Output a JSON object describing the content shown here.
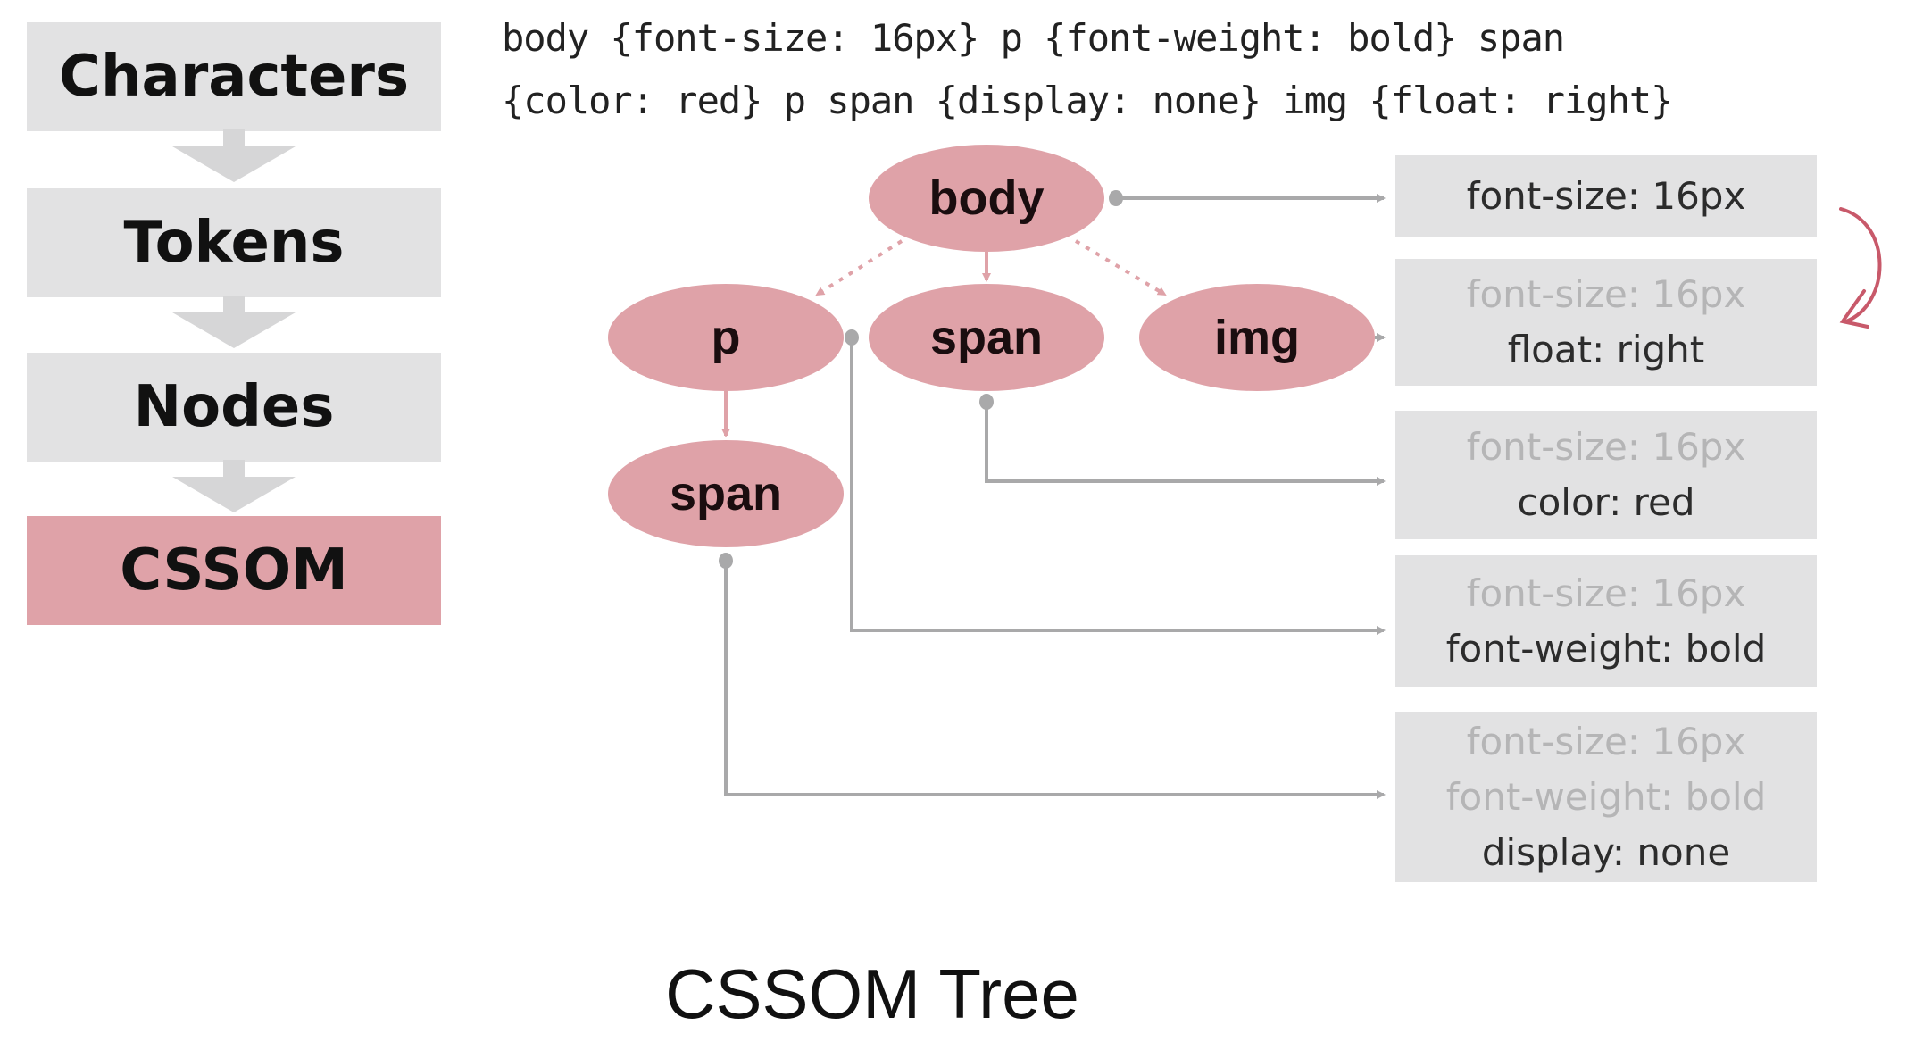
{
  "pipeline": {
    "steps": [
      {
        "label": "Characters",
        "active": false
      },
      {
        "label": "Tokens",
        "active": false
      },
      {
        "label": "Nodes",
        "active": false
      },
      {
        "label": "CSSOM",
        "active": true
      }
    ]
  },
  "css_source": {
    "lines": [
      "body {font-size: 16px} p {font-weight: bold} span",
      "{color: red} p span {display: none} img {float: right}"
    ]
  },
  "tree": {
    "nodes": [
      {
        "id": "body",
        "label": "body"
      },
      {
        "id": "p",
        "label": "p",
        "parent": "body"
      },
      {
        "id": "span",
        "label": "span",
        "parent": "body"
      },
      {
        "id": "img",
        "label": "img",
        "parent": "body"
      },
      {
        "id": "p-span",
        "label": "span",
        "parent": "p"
      }
    ],
    "colors": {
      "node_fill": "#dfa2a8",
      "connector": "#a9a9aa",
      "annotation_arrow": "#c8596a"
    }
  },
  "computed_styles": [
    {
      "node": "body",
      "props": [
        {
          "text": "font-size: 16px",
          "inherited": false
        }
      ]
    },
    {
      "node": "img",
      "props": [
        {
          "text": "font-size: 16px",
          "inherited": true
        },
        {
          "text": "float: right",
          "inherited": false
        }
      ]
    },
    {
      "node": "span",
      "props": [
        {
          "text": "font-size: 16px",
          "inherited": true
        },
        {
          "text": "color: red",
          "inherited": false
        }
      ]
    },
    {
      "node": "p",
      "props": [
        {
          "text": "font-size: 16px",
          "inherited": true
        },
        {
          "text": "font-weight: bold",
          "inherited": false
        }
      ]
    },
    {
      "node": "p-span",
      "props": [
        {
          "text": "font-size: 16px",
          "inherited": true
        },
        {
          "text": "font-weight: bold",
          "inherited": true
        },
        {
          "text": "display: none",
          "inherited": false
        }
      ]
    }
  ],
  "title": "CSSOM Tree"
}
